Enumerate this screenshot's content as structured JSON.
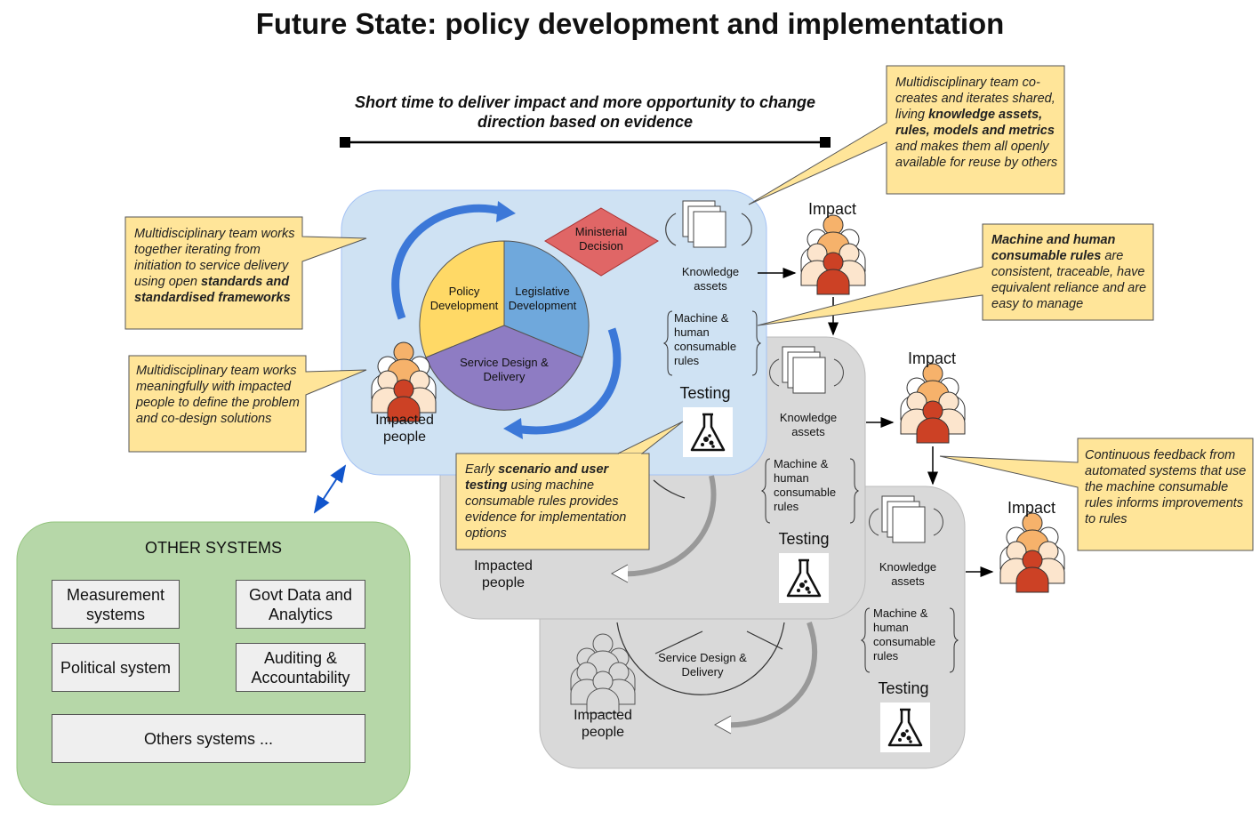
{
  "title": "Future State: policy development and implementation",
  "timeline": {
    "caption": "Short time to deliver impact and more opportunity to change direction based on evidence"
  },
  "main_cycle": {
    "sectors": [
      "Policy Development",
      "Legislative Development",
      "Service Design & Delivery"
    ],
    "ministerial_decision": "Ministerial Decision",
    "knowledge_assets": "Knowledge assets",
    "rules": "Machine & human consumable rules",
    "testing": "Testing",
    "impacted_people": "Impacted people"
  },
  "layer2": {
    "knowledge_assets": "Knowledge assets",
    "rules": "Machine & human consumable rules",
    "testing": "Testing",
    "impacted_people": "Impacted people"
  },
  "layer3": {
    "service_design": "Service Design & Delivery",
    "knowledge_assets": "Knowledge assets",
    "rules": "Machine & human consumable rules",
    "testing": "Testing",
    "impacted_people": "Impacted people"
  },
  "impacts": [
    "Impact",
    "Impact",
    "Impact"
  ],
  "callouts": {
    "standards": {
      "pre": "Multidisciplinary team works together iterating from initiation to service delivery using open ",
      "bold": "standards and standardised frameworks",
      "post": ""
    },
    "codesign": {
      "text": "Multidisciplinary team works meaningfully with impacted people to define the problem and co-design solutions"
    },
    "knowledge": {
      "pre": "Multidisciplinary team co-creates and iterates shared, living ",
      "bold": "knowledge assets, rules, models and metrics",
      "post": " and makes them all openly available for reuse by others"
    },
    "rules": {
      "pre": "",
      "bold": "Machine and human consumable rules",
      "post": " are consistent, traceable, have equivalent reliance and are easy to manage"
    },
    "testing": {
      "pre": "Early ",
      "bold": "scenario and user testing",
      "post": " using machine consumable rules provides evidence for implementation options"
    },
    "feedback": {
      "text": "Continuous feedback from automated systems that use the machine consumable rules informs improvements to rules"
    }
  },
  "other_systems": {
    "title": "OTHER SYSTEMS",
    "items": [
      "Measurement systems",
      "Govt Data and Analytics",
      "Political system",
      "Auditing & Accountability",
      "Others systems ..."
    ]
  },
  "colors": {
    "main_panel": "#cfe2f3",
    "grey_panel": "#d9d9d9",
    "policy": "#ffd966",
    "legislative": "#6fa8dc",
    "service": "#8e7cc3",
    "ministerial": "#e06666",
    "callout": "#ffe599",
    "other_systems": "#b6d7a8",
    "cycle_arrow": "#3c78d8",
    "person_orange": "#f6b26b",
    "person_red": "#cc4125",
    "person_peach": "#fce5cd"
  },
  "icons": [
    "documents-icon",
    "flask-icon",
    "people-group-icon",
    "cycle-arrow-icon",
    "double-arrow-icon"
  ]
}
